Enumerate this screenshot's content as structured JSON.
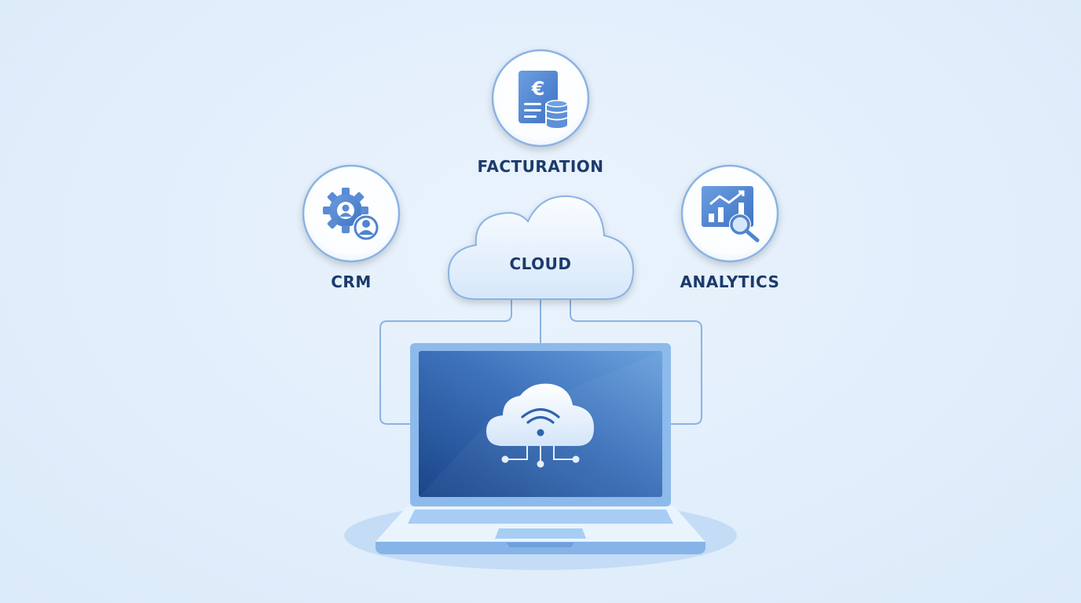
{
  "diagram": {
    "central_node": {
      "label": "CLOUD",
      "icon": "cloud-icon"
    },
    "services": [
      {
        "id": "facturation",
        "label": "FACTURATION",
        "icon": "invoice-euro-database-icon"
      },
      {
        "id": "crm",
        "label": "CRM",
        "icon": "gear-user-icon"
      },
      {
        "id": "analytics",
        "label": "ANALYTICS",
        "icon": "chart-magnifier-icon"
      }
    ],
    "device": {
      "type": "laptop",
      "screen_icon": "cloud-wifi-network-icon"
    }
  },
  "colors": {
    "background": "#e1eefb",
    "text": "#1c3b6b",
    "accent": "#4a7fcf",
    "line": "#8ab3e3",
    "screen_dark": "#1f4d95",
    "screen_light": "#6a9fdc"
  }
}
